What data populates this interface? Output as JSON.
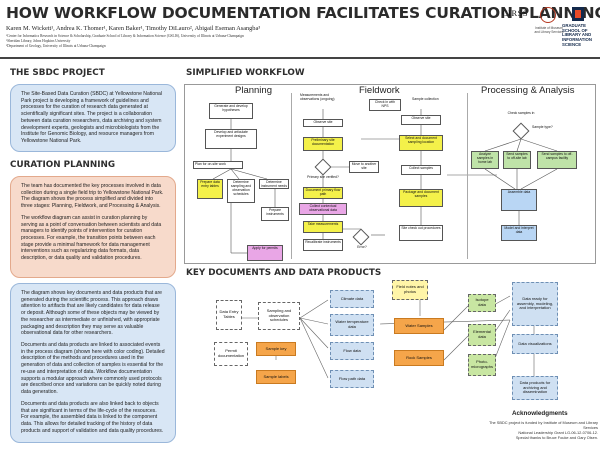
{
  "header": {
    "title": "HOW WORKFLOW DOCUMENTATION FACILITATES CURATION PLANNING",
    "authors": "Karen M. Wickett¹, Andrea K. Thomer¹, Karen Baker¹, Timothy DiLauro², Abigail Eseman Asangba³",
    "affiliations": [
      "¹Center for Informatics Research in Science & Scholarship, Graduate School of Library & Information Science (GSLIS), University of Illinois at Urbana-Champaign",
      "²Sheridan Library, Johns Hopkins University",
      "³Department of Geology, University of Illinois at Urbana-Champaign"
    ],
    "logo_cirss": "CIRSS",
    "logo_imls": "Institute of Museum and Library Services",
    "logo_uiuc": "GRADUATE SCHOOL OF LIBRARY AND INFORMATION SCIENCE"
  },
  "sbdc": {
    "title": "THE SBDC PROJECT",
    "body": "The Site-Based Data Curation (SBDC) at Yellowstone National Park project is developing a framework of guidelines and processes for the curation of research data generated at scientifically significant sites. The project is a collaboration between data curation researchers, data archiving and system development experts, geologists and microbiologists from the Institute for Genomic Biology, and resource managers from Yellowstone National Park."
  },
  "curation": {
    "title": "CURATION PLANNING",
    "p1": "The team has documented the key processes involved in data collection during a single field trip to Yellowstone National Park. The diagram shows the process simplified and divided into three stages: Planning, Fieldwork, and Processing & Analysis.",
    "p2": "The workflow diagram can assist in curation planning by serving as a point of conversation between scientists and data managers to identify points of intervention for curation processes. For example, the transition points between each stage provide a minimal framework for data management interventions such as regularizing data formats, data description, or data quality and validation procedures."
  },
  "keydocs_text": {
    "p1": "The diagram shows key documents and data products that are generated during the scientific process. This approach draws attention to artifacts that are likely candidates for data release or deposit. Although some of these objects may be viewed by the researcher as intermediate or unfinished, with appropriate packaging and description they may serve as valuable observational data for other researchers.",
    "p2": "Documents and data products are linked to associated events in the process diagram (shown here with color coding). Detailed description of the methods and procedures used in the generation of data and collection of samples is essential for the re-use and interpretation of data. Workflow documentation supports a modular approach where commonly used protocols are described once and variations can be quickly noted during data generation.",
    "p3": "Documents and data products are also linked back to objects that are significant in terms of the life-cycle of the resources. For example, the assembled data is linked to the component data. This allows for detailed tracking of the history of data products and support of validation and data quality procedures."
  },
  "workflow": {
    "title": "SIMPLIFIED WORKFLOW",
    "heads": [
      "Planning",
      "Fieldwork",
      "Processing & Analysis"
    ],
    "planning": {
      "n1": "Generate and develop hypotheses",
      "n2": "Develop and articulate experiment designs",
      "n3": "Plan for on-site work",
      "n4": "Prepare data entry tables",
      "n5": "Determine sampling and observation schedules",
      "n6": "Determine instrument needs",
      "n7": "Prepare instruments",
      "n8": "Apply for permits"
    },
    "fieldwork": {
      "n1": "Measurements and observations (ongoing)",
      "n2": "Check in with NPS",
      "n3": "Sample collection",
      "n4": "Observe site",
      "n5": "Preliminary site documentation",
      "n6": "Primary site verified?",
      "n7": "Move to another site",
      "n8": "Document primary flow path",
      "n9": "Collect contextual observational data",
      "n10": "Take measurements",
      "n11": "Recalibrate instruments",
      "n12": "Error?",
      "n13": "Observe site",
      "n14": "Select and document sampling location",
      "n15": "Collect samples",
      "n16": "Package and document samples",
      "n17": "Site check out procedures"
    },
    "processing": {
      "n1": "Check samples in",
      "n2": "Sample type?",
      "n3": "Analyze samples in home lab",
      "n4": "Send samples to off-site lab",
      "n5": "Send samples to off-campus facility",
      "n6": "Assemble data",
      "n7": "Model and interpret data"
    }
  },
  "keydocs": {
    "title": "KEY DOCUMENTS AND DATA PRODUCTS",
    "items": {
      "data_entry": "Data Entry Tables",
      "sampling": "Sampling and observation schedules",
      "permit": "Permit documentation",
      "sample_key": "Sample key",
      "sample_labels": "Sample labels",
      "climate": "Climate data",
      "water_temp": "Water temperature data",
      "flow_data": "Flow data",
      "flow_path": "Flow path data",
      "field_notes": "Field notes and photos",
      "water_samples": "Water Samples",
      "rock_samples": "Rock Samples",
      "isotope": "Isotope data",
      "elemental": "Elemental data",
      "photo": "Photo-micrographs",
      "assembly": "Data ready for assembly, modeling, and interpretation",
      "viz": "Data visualizations",
      "archiving": "Data products for archiving and dissemination"
    }
  },
  "ack": {
    "title": "Acknowledgments",
    "lines": [
      "The SBDC project is funded by Institute of Museum and Library Services",
      "National Leadership Grant LG-06-12-0706-12.",
      "Special thanks to Bruce Fouke and Gary Olsen."
    ]
  },
  "colors": {
    "blue_panel": "#d8e6f5",
    "peach_panel": "#f7dacb",
    "yellow_node": "#f4f14a",
    "pink_node": "#e9a6e6",
    "orange_sample": "#f5a54a",
    "green_node": "#bfe3a8"
  }
}
